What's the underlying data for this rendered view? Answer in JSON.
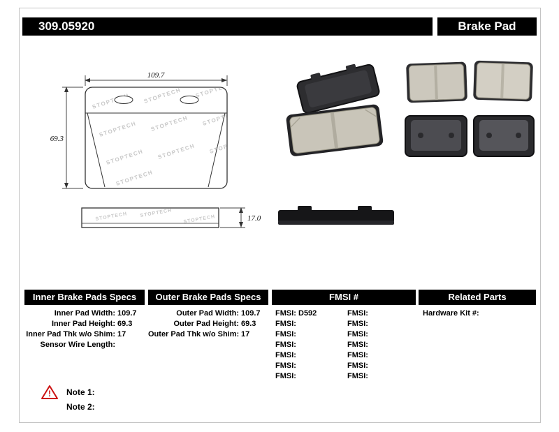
{
  "header": {
    "part_number": "309.05920",
    "product_title": "Brake Pad"
  },
  "drawing": {
    "watermark": "STOPTECH",
    "dims": {
      "width": "109.7",
      "height": "69.3",
      "thickness": "17.0"
    }
  },
  "specs": {
    "inner": {
      "title": "Inner Brake Pads Specs",
      "rows": [
        {
          "label": "Inner Pad Width:",
          "value": "109.7"
        },
        {
          "label": "Inner Pad Height:",
          "value": "69.3"
        },
        {
          "label": "Inner Pad Thk w/o Shim:",
          "value": "17"
        },
        {
          "label": "Sensor Wire Length:",
          "value": ""
        }
      ]
    },
    "outer": {
      "title": "Outer Brake Pads Specs",
      "rows": [
        {
          "label": "Outer Pad Width:",
          "value": "109.7"
        },
        {
          "label": "Outer Pad Height:",
          "value": "69.3"
        },
        {
          "label": "Outer Pad Thk w/o Shim:",
          "value": "17"
        }
      ]
    },
    "fmsi": {
      "title": "FMSI #",
      "left": [
        "FMSI: D592",
        "FMSI:",
        "FMSI:",
        "FMSI:",
        "FMSI:",
        "FMSI:",
        "FMSI:"
      ],
      "right": [
        "FMSI:",
        "FMSI:",
        "FMSI:",
        "FMSI:",
        "FMSI:",
        "FMSI:",
        "FMSI:"
      ]
    },
    "related": {
      "title": "Related Parts",
      "rows": [
        "Hardware Kit #:"
      ]
    }
  },
  "notes": {
    "warning_symbol": "!",
    "note1": "Note 1:",
    "note2": "Note 2:"
  }
}
